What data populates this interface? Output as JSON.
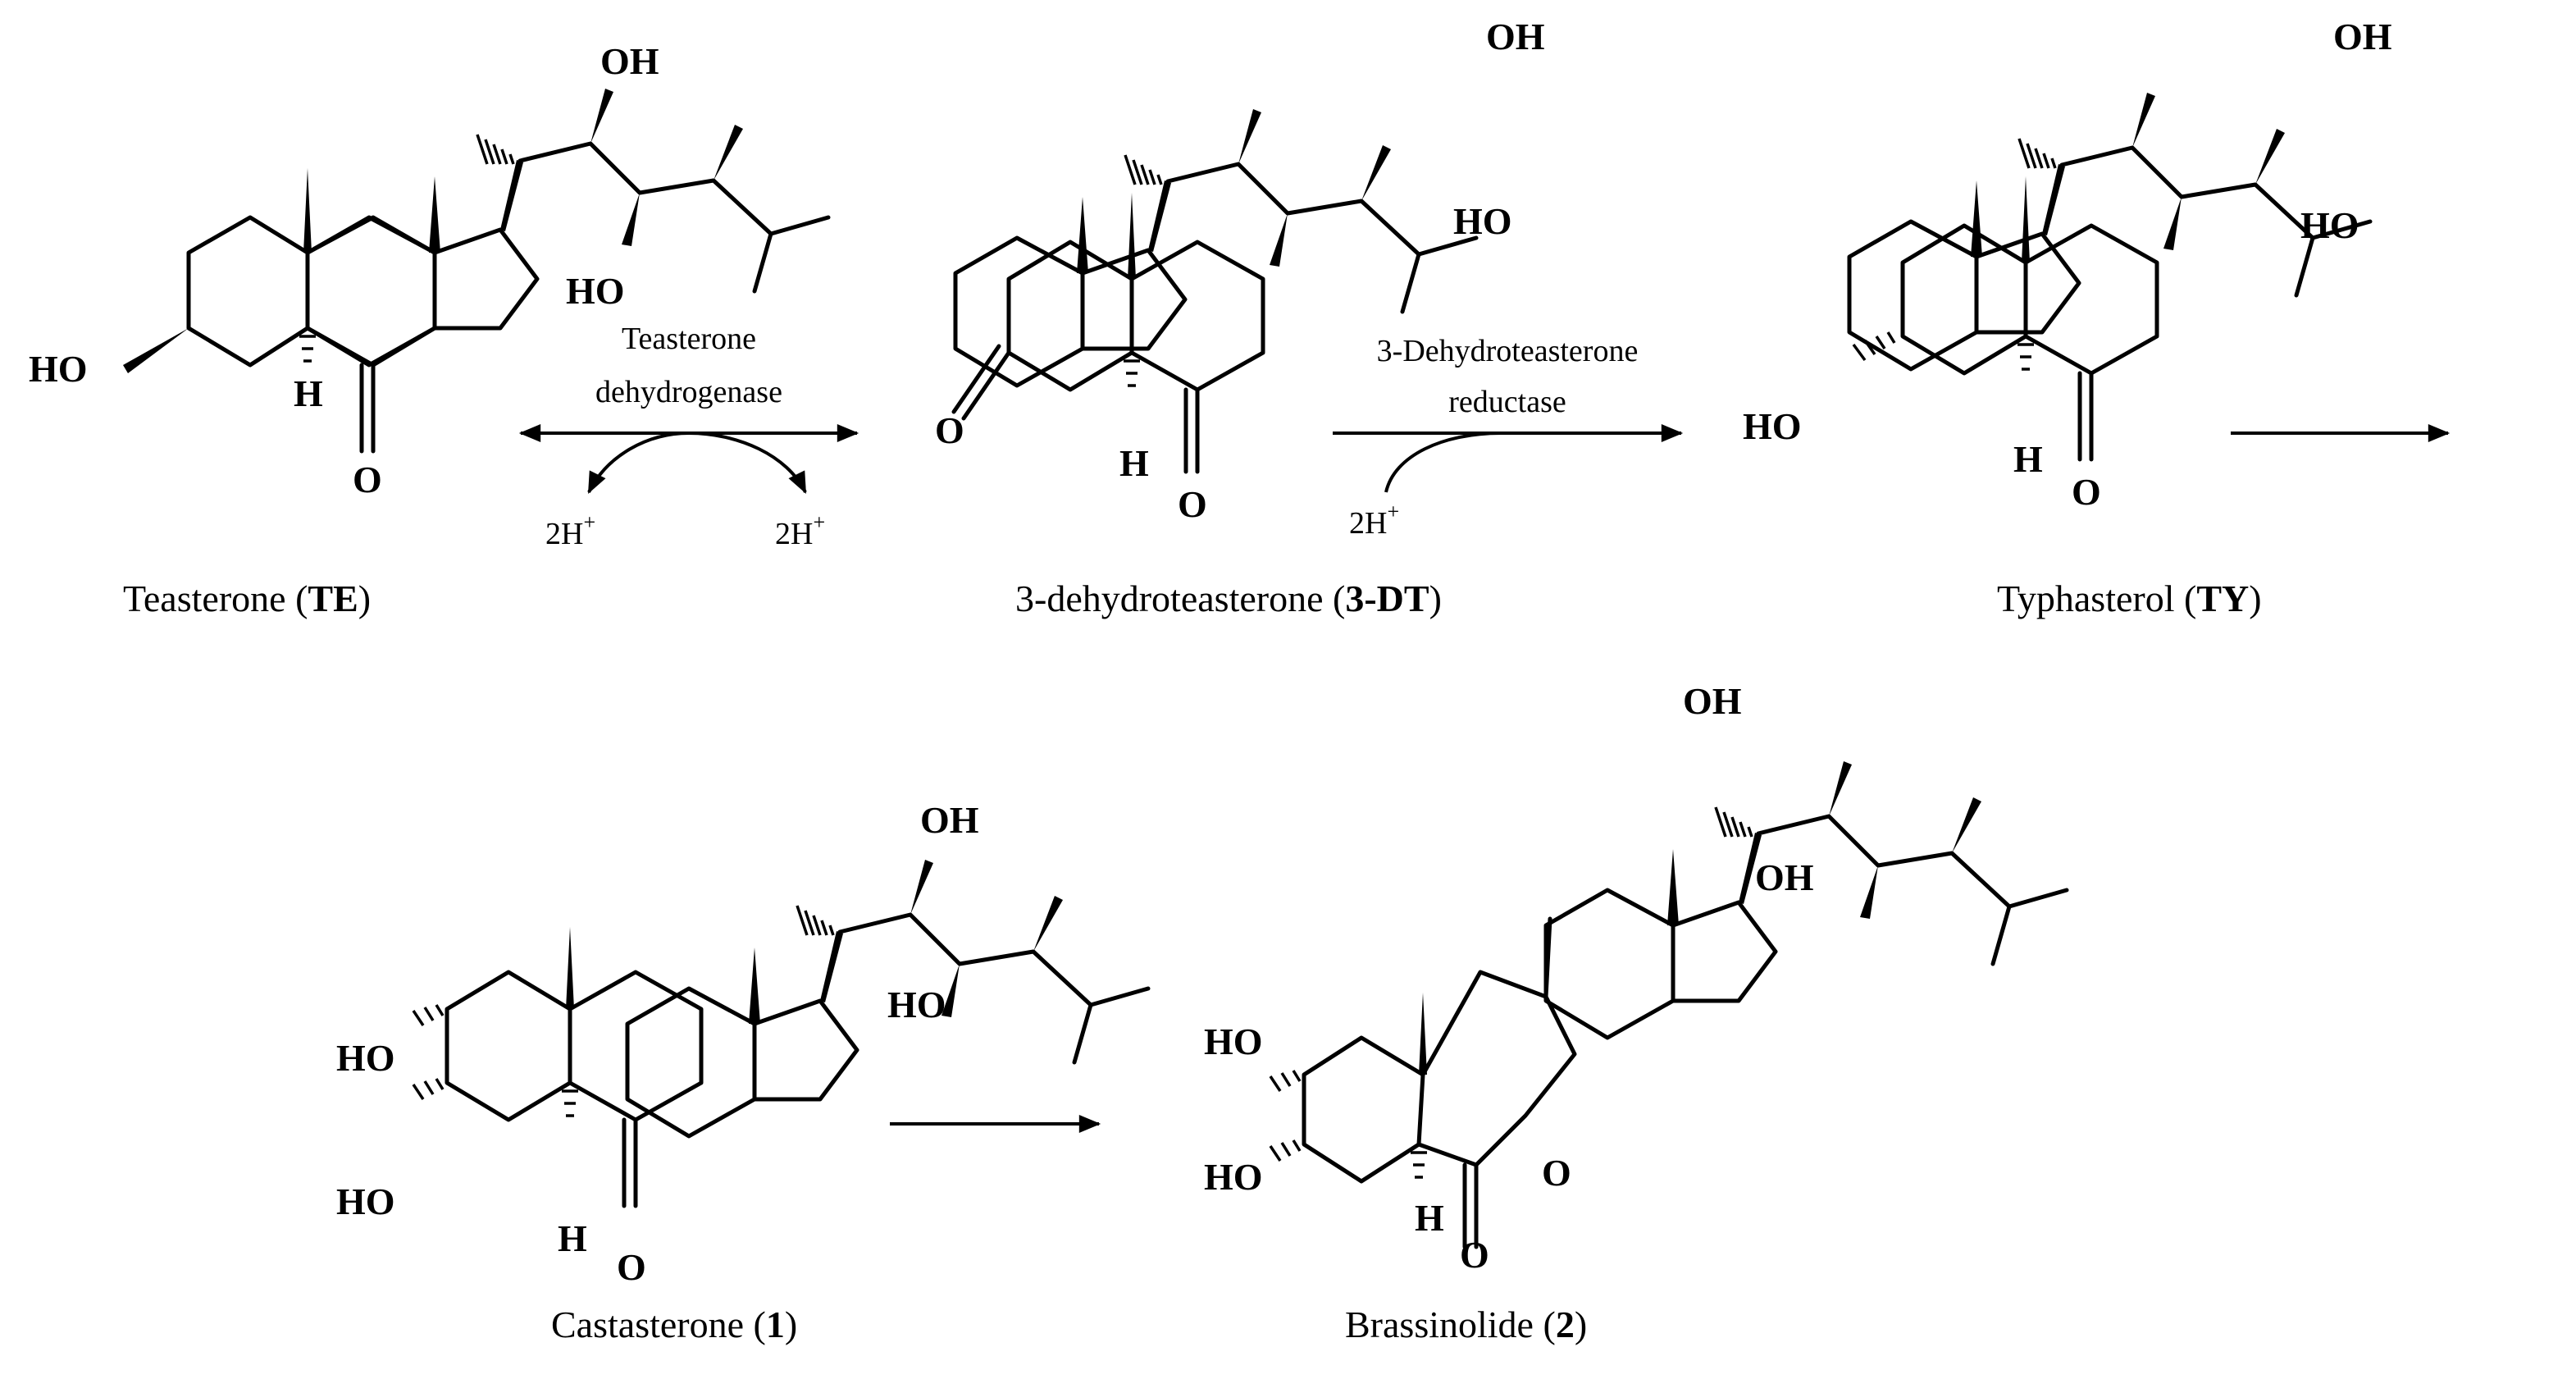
{
  "compounds": [
    {
      "id": "te",
      "name": "Teasterone",
      "abbr": "TE"
    },
    {
      "id": "dt",
      "name": "3-dehydroteasterone",
      "abbr": "3-DT"
    },
    {
      "id": "ty",
      "name": "Typhasterol",
      "abbr": "TY"
    },
    {
      "id": "cs",
      "name": "Castasterone",
      "abbr": "1"
    },
    {
      "id": "bl",
      "name": "Brassinolide",
      "abbr": "2"
    }
  ],
  "atoms": {
    "oh": "OH",
    "ho": "HO",
    "h": "H",
    "o": "O"
  },
  "reactions": {
    "r1": {
      "enzyme_line1": "Teasterone",
      "enzyme_line2": "dehydrogenase",
      "cofactor_left": "2H",
      "cofactor_right": "2H",
      "charge": "+"
    },
    "r2": {
      "enzyme_line1": "3-Dehydroteasterone",
      "enzyme_line2": "reductase",
      "cofactor": "2H",
      "charge": "+"
    }
  }
}
